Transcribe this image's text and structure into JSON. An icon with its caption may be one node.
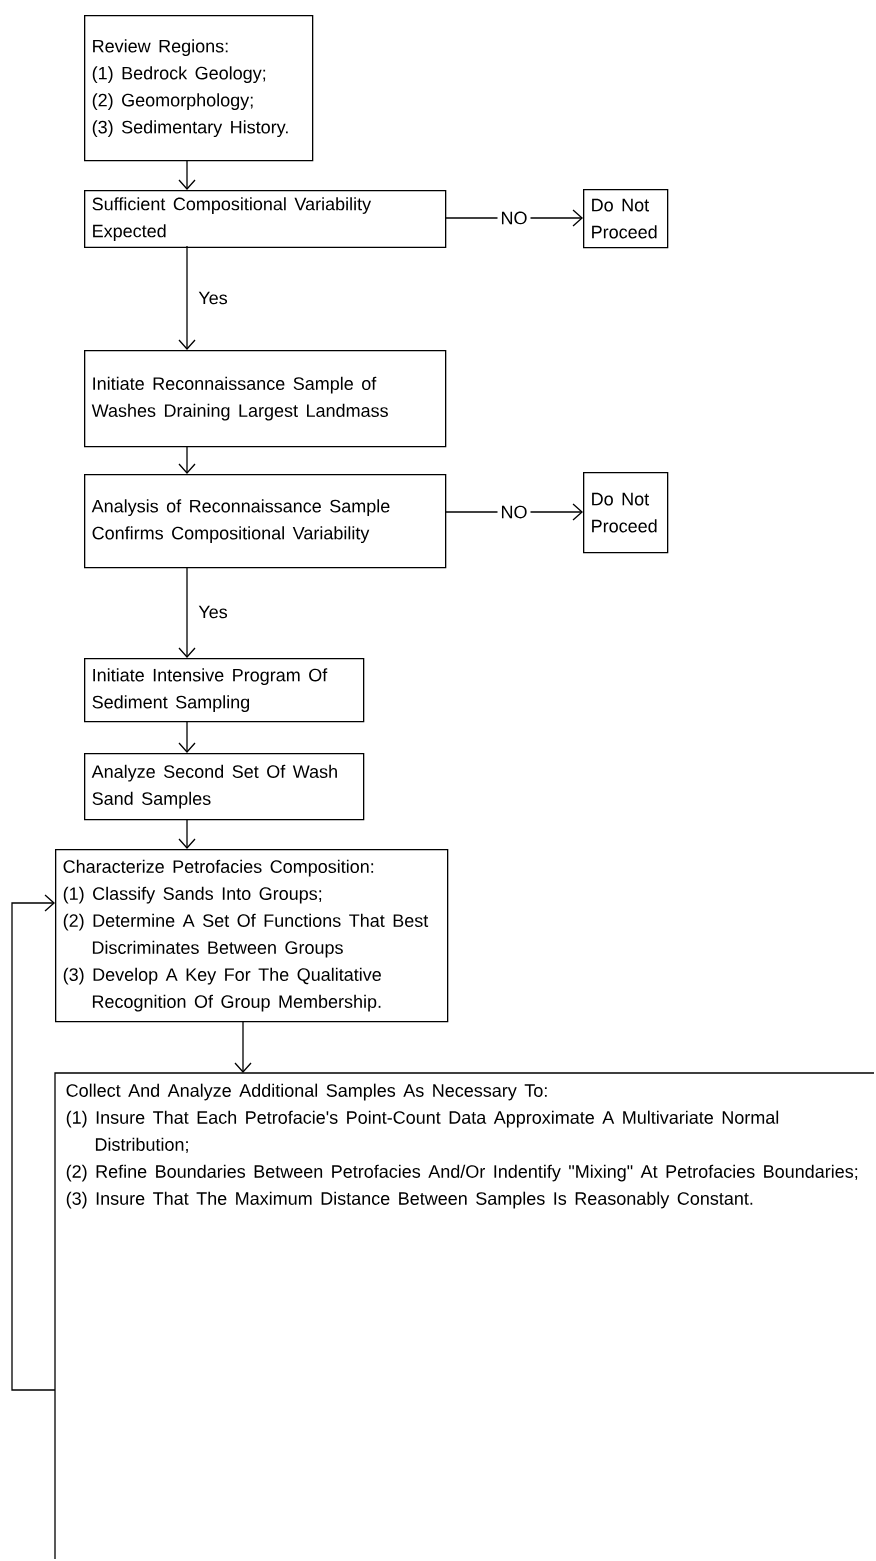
{
  "diagram": {
    "nodes": [
      {
        "text": [
          "Review Regions:",
          "(1) Bedrock Geology;",
          "(2) Geomorphology;",
          "(3) Sedimentary History."
        ]
      },
      {
        "text": [
          "Sufficient Compositional Variability Expected"
        ]
      },
      {
        "text": [
          "Do Not Proceed"
        ]
      },
      {
        "text": [
          "Initiate Reconnaissance Sample of Washes Draining Largest Landmass"
        ]
      },
      {
        "text": [
          "Analysis of Reconnaissance Sample Confirms Compositional Variability"
        ]
      },
      {
        "text": [
          "Do Not Proceed"
        ]
      },
      {
        "text": [
          "Initiate Intensive Program Of Sediment Sampling"
        ]
      },
      {
        "text": [
          "Analyze Second Set Of Wash Sand Samples"
        ]
      },
      {
        "text": [
          "Characterize Petrofacies Composition:",
          "(1) Classify Sands Into Groups;",
          "(2) Determine A Set Of Functions That Best Discriminates Between Groups",
          "(3) Develop A Key For The Qualitative Recognition Of Group Membership."
        ]
      },
      {
        "text": [
          "Collect And Analyze Additional Samples As Necessary To:",
          "(1) Insure That Each Petrofacie's Point-Count Data Approximate A Multivariate Normal Distribution;",
          "(2) Refine Boundaries Between Petrofacies And/Or Indentify \"Mixing\" At Petrofacies Boundaries;",
          "(3) Insure That The Maximum Distance Between Samples Is Reasonably Constant."
        ]
      }
    ],
    "edges": [
      {
        "from": 0,
        "to": 1,
        "arrow": "to"
      },
      {
        "from": 1,
        "to": 2,
        "arrow": "to",
        "label": "NO"
      },
      {
        "from": 1,
        "to": 3,
        "arrow": "to",
        "label": "Yes"
      },
      {
        "from": 3,
        "to": 4,
        "arrow": "to"
      },
      {
        "from": 4,
        "to": 5,
        "arrow": "to",
        "label": "NO"
      },
      {
        "from": 4,
        "to": 6,
        "arrow": "to",
        "label": "Yes"
      },
      {
        "from": 6,
        "to": 7,
        "arrow": "to"
      },
      {
        "from": 7,
        "to": 8,
        "arrow": "to"
      },
      {
        "from": 8,
        "to": 9,
        "arrow": "to"
      },
      {
        "from": 9,
        "to": 8,
        "arrow": "to"
      }
    ]
  }
}
